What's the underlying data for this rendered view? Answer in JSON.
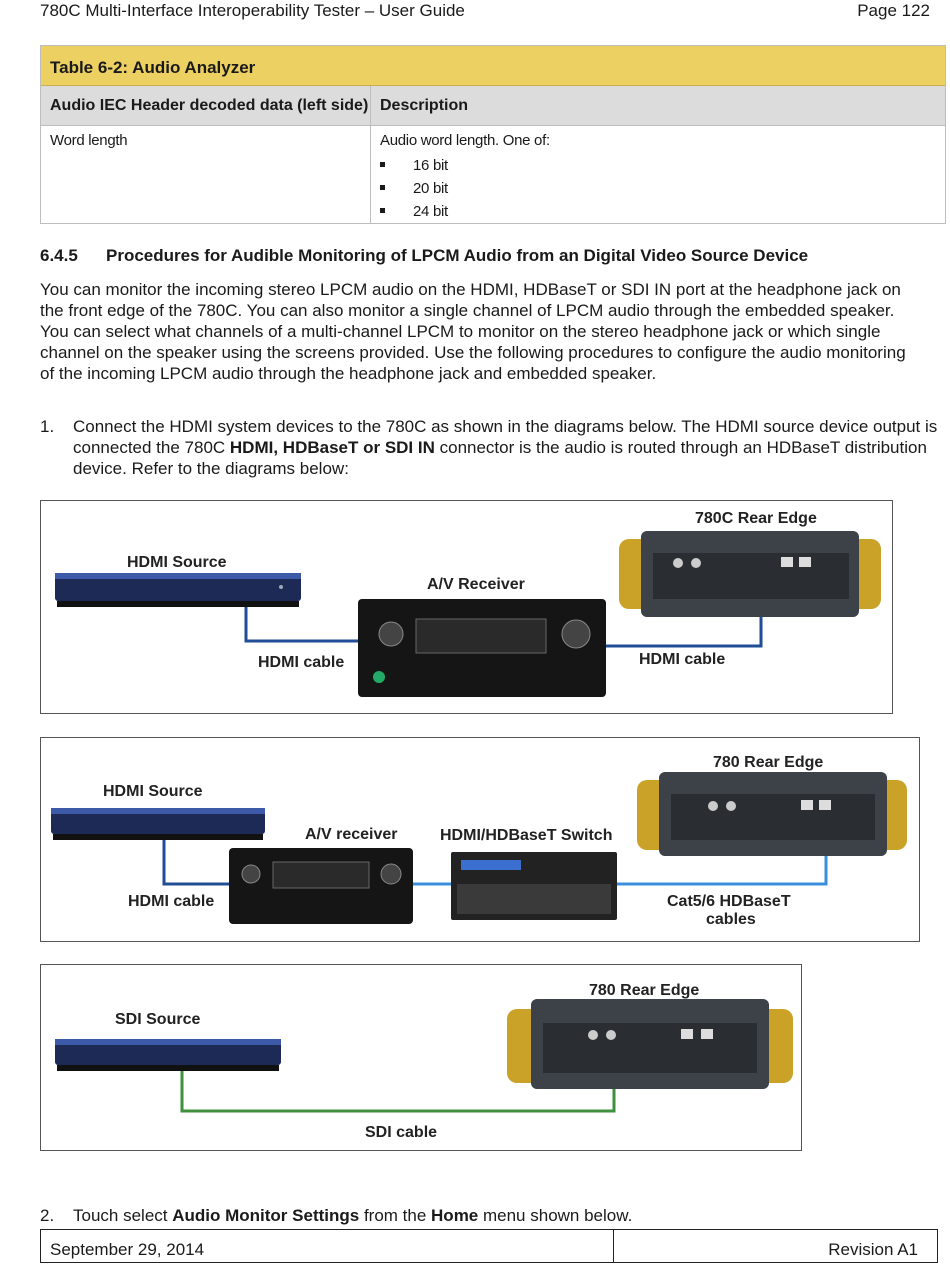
{
  "header": {
    "title": "780C Multi-Interface Interoperability Tester – User Guide",
    "page": "Page 122"
  },
  "table": {
    "caption": "Table 6-2: Audio Analyzer",
    "col1": "Audio IEC Header decoded data (left side)",
    "col2": "Description",
    "row_label": "Word length",
    "row_desc": "Audio word length. One of:",
    "bullets": [
      "16 bit",
      "20 bit",
      "24 bit"
    ]
  },
  "section": {
    "number": "6.4.5",
    "title": "Procedures for Audible Monitoring of LPCM Audio from an Digital Video Source Device"
  },
  "paragraph": "You can monitor the incoming stereo LPCM audio on the HDMI, HDBaseT or SDI IN port at the headphone jack on the front edge of the 780C. You can also monitor a single channel of LPCM audio through the embedded speaker. You can select what channels of a multi-channel LPCM to monitor on the stereo headphone jack or which single channel on the speaker using the screens provided. Use the following procedures to configure the audio monitoring of the incoming LPCM audio through the headphone jack and embedded speaker.",
  "step1": {
    "num": "1.",
    "pre": "Connect the HDMI system devices to the 780C as shown in the diagrams below. The HDMI source device output is connected the 780C ",
    "bold": "HDMI, HDBaseT or SDI IN",
    "post": " connector is the audio is routed through an HDBaseT distribution device. Refer to the diagrams below:"
  },
  "diagram1": {
    "source": "HDMI Source",
    "receiver": "A/V Receiver",
    "rear": "780C Rear Edge",
    "cable1": "HDMI cable",
    "cable2": "HDMI cable"
  },
  "diagram2": {
    "source": "HDMI Source",
    "receiver": "A/V receiver",
    "switch": "HDMI/HDBaseT Switch",
    "rear": "780 Rear Edge",
    "cable1": "HDMI cable",
    "cable2a": "Cat5/6 HDBaseT",
    "cable2b": "cables"
  },
  "diagram3": {
    "source": "SDI Source",
    "rear": "780 Rear Edge",
    "cable": "SDI cable"
  },
  "step2": {
    "num": "2.",
    "pre": "Touch select ",
    "bold1": "Audio Monitor Settings",
    "mid": " from the ",
    "bold2": "Home",
    "post": " menu shown below."
  },
  "footer": {
    "date": "September 29, 2014",
    "revision": "Revision A1"
  },
  "colors": {
    "table_caption": "#ecd062",
    "table_header": "#dcdcdc",
    "cable_hdmi": "#1f4e96",
    "cable_hdbaset": "#3a8fdc",
    "cable_sdi": "#3e8f3e",
    "tester_bumper": "#c9a227"
  }
}
